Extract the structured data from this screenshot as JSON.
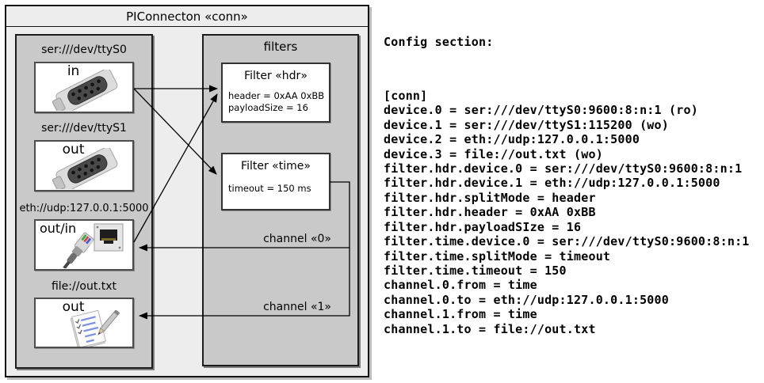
{
  "diagram": {
    "title": "PIConnecton «conn»",
    "devices_panel": {
      "devices": [
        {
          "url": "ser:///dev/ttyS0",
          "direction": "in",
          "icon": "serial-connector-icon"
        },
        {
          "url": "ser:///dev/ttyS1",
          "direction": "out",
          "icon": "serial-connector-icon"
        },
        {
          "url": "eth://udp:127.0.0.1:5000",
          "direction": "out/in",
          "icon": "ethernet-connector-icon"
        },
        {
          "url": "file://out.txt",
          "direction": "out",
          "icon": "notepad-icon"
        }
      ]
    },
    "filters_panel": {
      "label": "filters",
      "filters": [
        {
          "title": "Filter «hdr»",
          "attributes": [
            "header = 0xAA 0xBB",
            "payloadSize = 16"
          ]
        },
        {
          "title": "Filter «time»",
          "attributes": [
            "timeout = 150 ms"
          ]
        }
      ]
    },
    "channels": [
      {
        "label": "channel «0»"
      },
      {
        "label": "channel «1»"
      }
    ]
  },
  "config": {
    "heading": "Config section:",
    "lines": [
      "[conn]",
      "device.0 = ser:///dev/ttyS0:9600:8:n:1 (ro)",
      "device.1 = ser:///dev/ttyS1:115200 (wo)",
      "device.2 = eth://udp:127.0.0.1:5000",
      "device.3 = file://out.txt (wo)",
      "filter.hdr.device.0 = ser:///dev/ttyS0:9600:8:n:1",
      "filter.hdr.device.1 = eth://udp:127.0.0.1:5000",
      "filter.hdr.splitMode = header",
      "filter.hdr.header = 0xAA 0xBB",
      "filter.hdr.payloadSIze = 16",
      "filter.time.device.0 = ser:///dev/ttyS0:9600:8:n:1",
      "filter.time.splitMode = timeout",
      "filter.time.timeout = 150",
      "channel.0.from = time",
      "channel.0.to = eth://udp:127.0.0.1:5000",
      "channel.1.from = time",
      "channel.1.to = file://out.txt"
    ]
  },
  "colors": {
    "frame_bg": "#ededed",
    "panel_bg": "#c9c9c9",
    "box_bg": "#ffffff",
    "line": "#000000",
    "text": "#000000"
  }
}
